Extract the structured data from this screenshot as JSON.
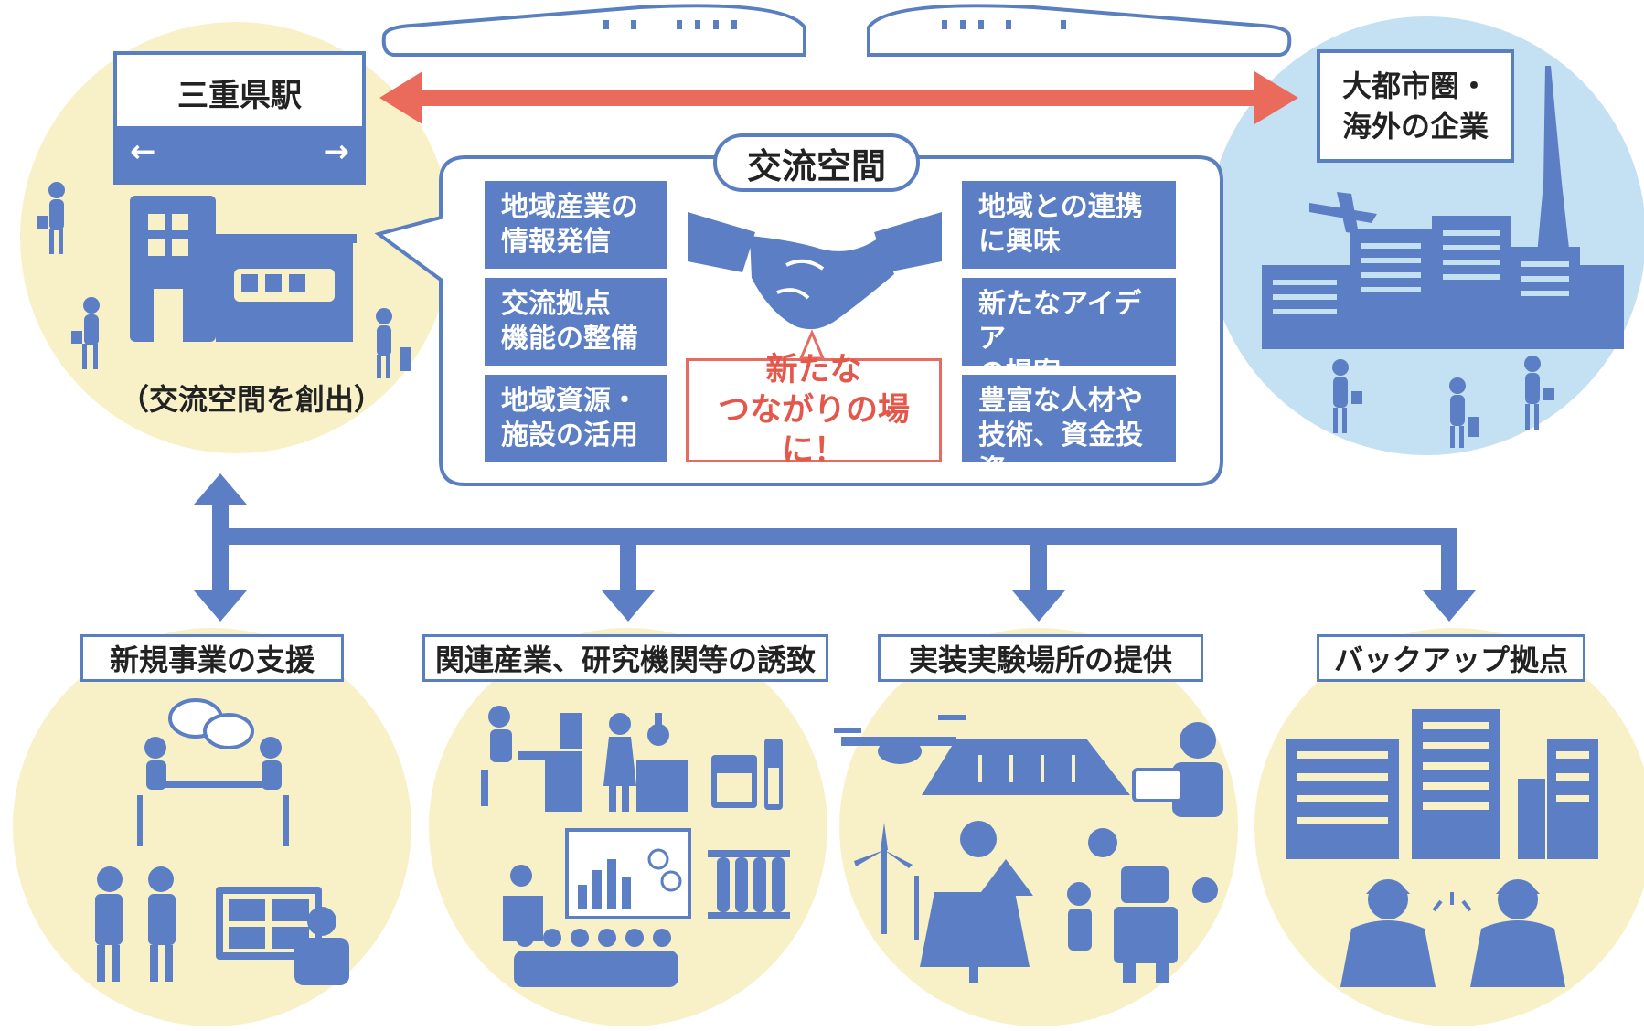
{
  "station": {
    "name": "三重県駅",
    "arrow_left": "←",
    "arrow_right": "→"
  },
  "station_caption": "（交流空間を創出）",
  "city": {
    "line1": "大都市圏・",
    "line2": "海外の企業"
  },
  "exchange_space": {
    "title": "交流空間",
    "left_items": [
      {
        "line1": "地域産業の",
        "line2": "情報発信"
      },
      {
        "line1": "交流拠点",
        "line2": "機能の整備"
      },
      {
        "line1": "地域資源・",
        "line2": "施設の活用"
      }
    ],
    "right_items": [
      {
        "line1": "地域との連携",
        "line2": "に興味"
      },
      {
        "line1": "新たなアイデア",
        "line2": "の提案"
      },
      {
        "line1": "豊富な人材や",
        "line2": "技術、資金投資"
      }
    ],
    "center_callout": {
      "line1": "新たな",
      "line2": "つながりの場に！"
    }
  },
  "categories": [
    {
      "label": "新規事業の支援",
      "icons": [
        "meeting-icon",
        "handshake-icon",
        "video-conference-icon"
      ]
    },
    {
      "label": "関連産業、研究機関等の誘致",
      "icons": [
        "office-worker-icon",
        "researcher-icon",
        "lab-equipment-icon",
        "lecture-icon"
      ]
    },
    {
      "label": "実装実験場所の提供",
      "icons": [
        "drone-icon",
        "farm-icon",
        "tablet-user-icon",
        "wind-turbine-icon",
        "solar-panel-icon",
        "robot-icon"
      ]
    },
    {
      "label": "バックアップ拠点",
      "icons": [
        "buildings-icon",
        "workers-icon"
      ]
    }
  ],
  "colors": {
    "blue": "#5b7ec4",
    "cream": "#f8f1c8",
    "light_blue": "#c4e0f3",
    "red_arrow": "#ea6a5c",
    "red_text": "#e4574b"
  }
}
